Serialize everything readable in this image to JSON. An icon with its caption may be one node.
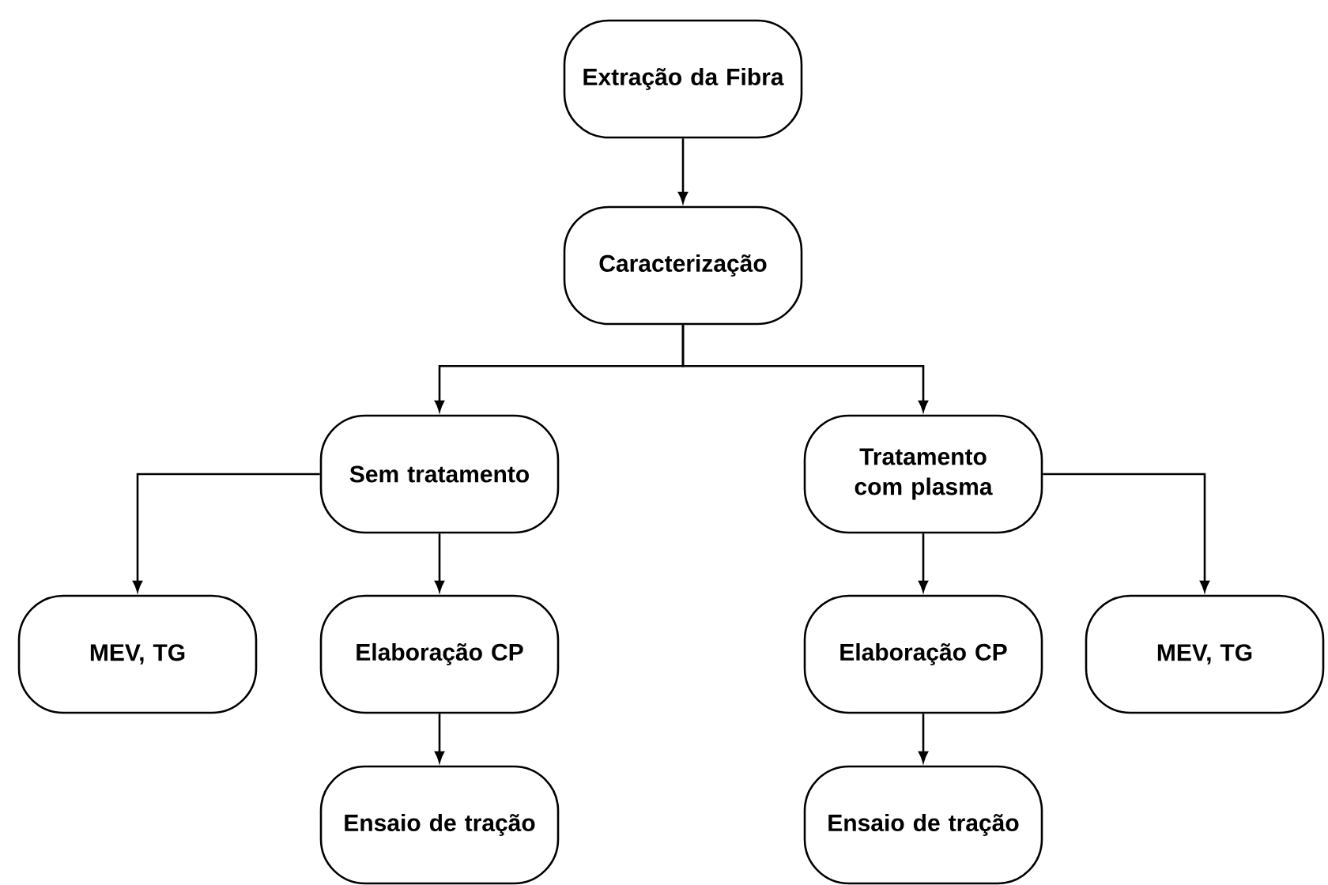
{
  "diagram": {
    "nodes": [
      {
        "text": [
          "Extração da Fibra"
        ]
      },
      {
        "text": [
          "Caracterização"
        ]
      },
      {
        "text": [
          "Sem tratamento"
        ]
      },
      {
        "text": [
          "Tratamento com plasma"
        ]
      },
      {
        "text": [
          "MEV, TG"
        ]
      },
      {
        "text": [
          "Elaboração CP"
        ]
      },
      {
        "text": [
          "Elaboração CP"
        ]
      },
      {
        "text": [
          "MEV, TG"
        ]
      },
      {
        "text": [
          "Ensaio de tração"
        ]
      },
      {
        "text": [
          "Ensaio de tração"
        ]
      }
    ],
    "edges": [
      {
        "from": 0,
        "to": 1,
        "arrow": "to"
      },
      {
        "from": 1,
        "to": 2,
        "arrow": "to"
      },
      {
        "from": 1,
        "to": 3,
        "arrow": "to"
      },
      {
        "from": 2,
        "to": 4,
        "arrow": "to"
      },
      {
        "from": 2,
        "to": 5,
        "arrow": "to"
      },
      {
        "from": 3,
        "to": 6,
        "arrow": "to"
      },
      {
        "from": 3,
        "to": 7,
        "arrow": "to"
      },
      {
        "from": 5,
        "to": 8,
        "arrow": "to"
      },
      {
        "from": 6,
        "to": 9,
        "arrow": "to"
      }
    ]
  }
}
